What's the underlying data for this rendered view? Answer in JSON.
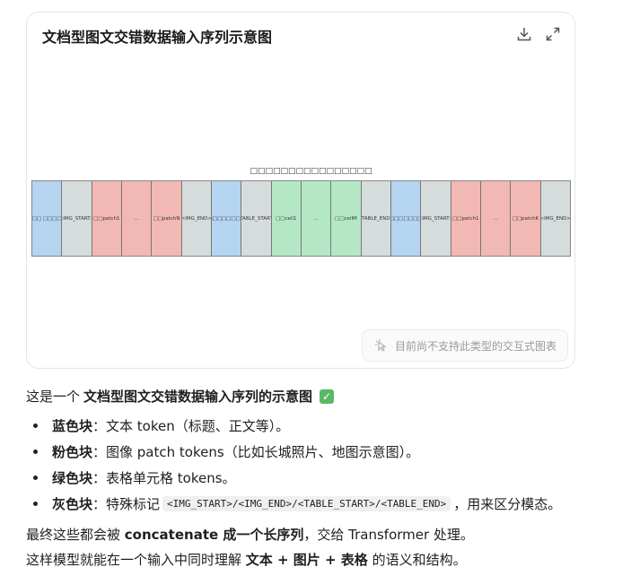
{
  "card": {
    "title": "文档型图文交错数据输入序列示意图",
    "download_icon": "download-icon",
    "expand_icon": "expand-icon",
    "unsupported_text": "目前尚不支持此类型的交互式图表"
  },
  "chart_data": {
    "type": "table",
    "title": "□□□□□□□□□□□□□□□□",
    "cells": [
      {
        "label": "□□□ □□□□□",
        "kind": "text",
        "color": "#b4d4f0"
      },
      {
        "label": "<IMG_START>",
        "kind": "special",
        "color": "#d6dcdc"
      },
      {
        "label": "□□patch1",
        "kind": "image",
        "color": "#f2b8b3"
      },
      {
        "label": "...",
        "kind": "image",
        "color": "#f2b8b3"
      },
      {
        "label": "□□patchN",
        "kind": "image",
        "color": "#f2b8b3"
      },
      {
        "label": "<IMG_END>",
        "kind": "special",
        "color": "#d6dcdc"
      },
      {
        "label": "□□□□□□□□□□",
        "kind": "text",
        "color": "#b4d4f0"
      },
      {
        "label": "<TABLE_START>",
        "kind": "special",
        "color": "#d6dcdc"
      },
      {
        "label": "□□cell1",
        "kind": "table",
        "color": "#b4e8c4"
      },
      {
        "label": "...",
        "kind": "table",
        "color": "#b4e8c4"
      },
      {
        "label": "□□cellM",
        "kind": "table",
        "color": "#b4e8c4"
      },
      {
        "label": "<TABLE_END>",
        "kind": "special",
        "color": "#d6dcdc"
      },
      {
        "label": "□□□□□□□□□",
        "kind": "text",
        "color": "#b4d4f0"
      },
      {
        "label": "<IMG_START>",
        "kind": "special",
        "color": "#d6dcdc"
      },
      {
        "label": "□□patch1",
        "kind": "image",
        "color": "#f2b8b3"
      },
      {
        "label": "...",
        "kind": "image",
        "color": "#f2b8b3"
      },
      {
        "label": "□□patchK",
        "kind": "image",
        "color": "#f2b8b3"
      },
      {
        "label": "<IMG_END>",
        "kind": "special",
        "color": "#d6dcdc"
      }
    ]
  },
  "message": {
    "summary_prefix": "这是一个 ",
    "summary_bold": "文档型图文交错数据输入序列的示意图",
    "check_icon": "check-mark-icon",
    "legend": [
      {
        "key": "蓝色块",
        "text": "：文本 token（标题、正文等）。"
      },
      {
        "key": "粉色块",
        "text": "：图像 patch tokens（比如长城照片、地图示意图）。"
      },
      {
        "key": "绿色块",
        "text": "：表格单元格 tokens。"
      },
      {
        "key": "灰色块",
        "text_before": "：特殊标记 ",
        "code": "<IMG_START>/<IMG_END>/<TABLE_START>/<TABLE_END>",
        "text_after": "，用来区分模态。"
      }
    ],
    "para1_a": "最终这些都会被 ",
    "para1_b": "concatenate 成一个长序列",
    "para1_c": "，交给 Transformer 处理。",
    "para2_a": "这样模型就能在一个输入中同时理解 ",
    "para2_b": "文本 + 图片 + 表格",
    "para2_c": " 的语义和结构。"
  }
}
